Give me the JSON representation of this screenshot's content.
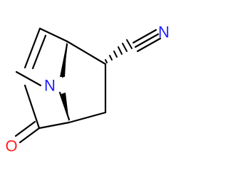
{
  "molecule": {
    "atoms": {
      "nitrile_n": {
        "label": "N",
        "color": "#2020ff"
      },
      "bridge_n": {
        "label": "N",
        "color": "#2020ff"
      },
      "carbonyl_o": {
        "label": "O",
        "color": "#ff2020"
      }
    },
    "bond_color": "#000000"
  }
}
